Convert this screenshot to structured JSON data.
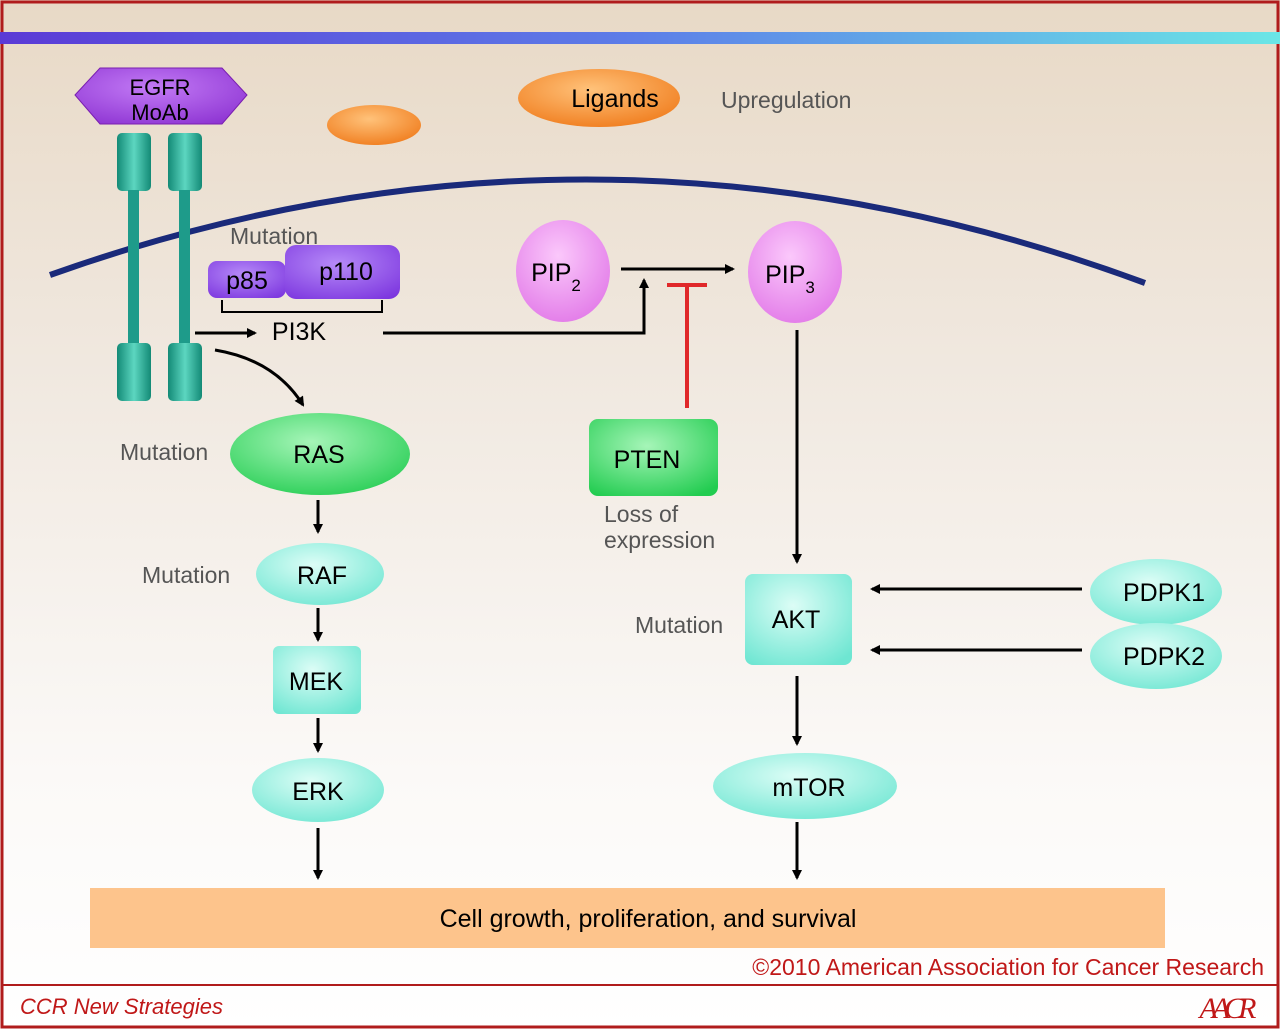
{
  "receptor": {
    "antibody_line1": "EGFR",
    "antibody_line2": "MoAb"
  },
  "ligands": {
    "label": "Ligands",
    "note": "Upregulation"
  },
  "pi3k": {
    "mutation_note": "Mutation",
    "subunit_small": "p85",
    "subunit_large": "p110",
    "label": "PI3K"
  },
  "lipids": {
    "pip2_base": "PIP",
    "pip2_sub": "2",
    "pip3_base": "PIP",
    "pip3_sub": "3"
  },
  "pten": {
    "label": "PTEN",
    "note_line1": "Loss of",
    "note_line2": "expression"
  },
  "mapk_branch": {
    "ras": "RAS",
    "ras_note": "Mutation",
    "raf": "RAF",
    "raf_note": "Mutation",
    "mek": "MEK",
    "erk": "ERK"
  },
  "akt_branch": {
    "akt": "AKT",
    "akt_note": "Mutation",
    "pdpk1": "PDPK1",
    "pdpk2": "PDPK2",
    "mtor": "mTOR"
  },
  "outcome": "Cell growth, proliferation, and survival",
  "footer": {
    "copyright": "©2010 American Association for Cancer Research",
    "journal": "CCR New Strategies",
    "logo_text": "AACR"
  },
  "colors": {
    "frame": "#b01c1c",
    "membrane": "#1a2a7a",
    "receptor": "#1e9b8a",
    "antibody": "#9b2fc9",
    "ligand": "#f08a2a",
    "pi3k": "#8a3fe0",
    "lipid": "#e682ea",
    "pten": "#2bd45a",
    "ras": "#2fd460",
    "cyan_node": "#7ff0dc",
    "inhibit": "#e0282a",
    "outcome": "#fdc48c",
    "footer_text": "#c01818"
  }
}
